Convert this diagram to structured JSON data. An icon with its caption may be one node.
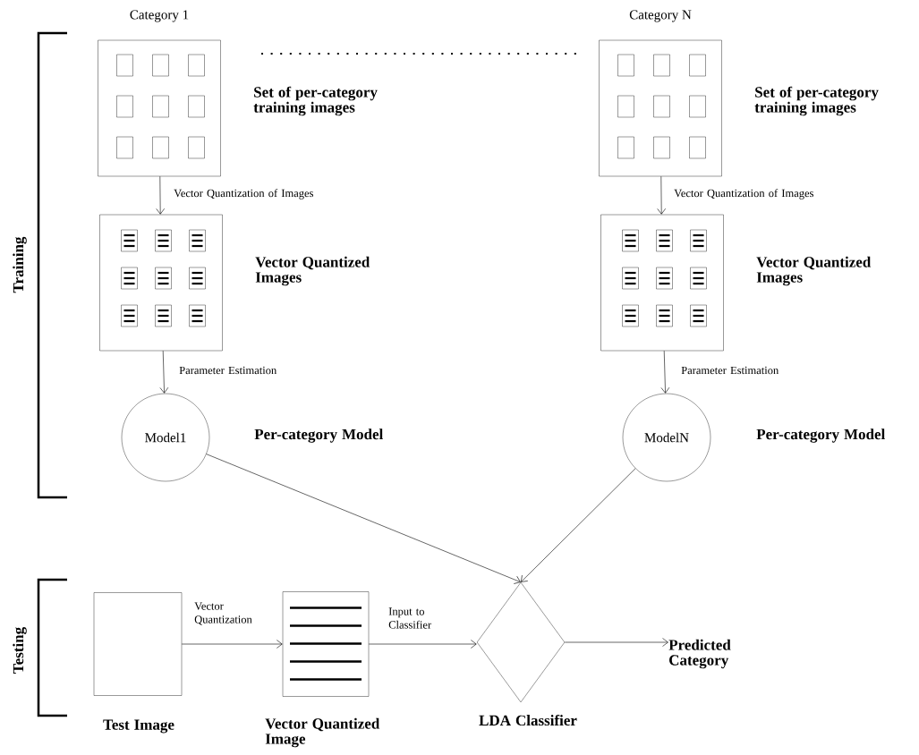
{
  "diagram": {
    "nodes": [
      {
        "text": [
          "Category 1"
        ],
        "beside": [
          "Set of per-category training images"
        ]
      },
      {
        "text": [],
        "shape": "box",
        "beside": [
          "Vector Quantized Images"
        ]
      },
      {
        "text": [
          "Model1"
        ],
        "beside": [
          "Per-category Model"
        ]
      },
      {
        "text": [
          "Category N"
        ],
        "beside": [
          "Set of per-category training images"
        ]
      },
      {
        "text": [],
        "shape": "box",
        "beside": [
          "Vector Quantized Images"
        ]
      },
      {
        "text": [
          "ModelN"
        ],
        "beside": [
          "Per-category Model"
        ]
      },
      {
        "text": [],
        "shape": "box",
        "beside": [
          "Test Image"
        ]
      },
      {
        "text": [],
        "shape": "box",
        "beside": [
          "Vector Quantized Image"
        ]
      },
      {
        "text": [],
        "shape": "diamond",
        "beside": [
          "LDA Classifier"
        ]
      },
      {
        "text": [
          "Predicted Category"
        ]
      }
    ],
    "edges": [
      {
        "from": 0,
        "to": 1,
        "arrow": "to",
        "label": "Vector Quantization of Images"
      },
      {
        "from": 1,
        "to": 2,
        "arrow": "to",
        "label": "Parameter Estimation"
      },
      {
        "from": 3,
        "to": 4,
        "arrow": "to",
        "label": "Vector Quantization of Images"
      },
      {
        "from": 4,
        "to": 5,
        "arrow": "to",
        "label": "Parameter Estimation"
      },
      {
        "from": 2,
        "to": 8,
        "arrow": "to"
      },
      {
        "from": 5,
        "to": 8,
        "arrow": "to"
      },
      {
        "from": 6,
        "to": 7,
        "arrow": "to",
        "label": "Vector Quantization"
      },
      {
        "from": 7,
        "to": 8,
        "arrow": "to",
        "label": "Input to Classifier"
      },
      {
        "from": 8,
        "to": 9,
        "arrow": "to"
      }
    ],
    "labels": [
      "Training",
      "Testing"
    ]
  }
}
